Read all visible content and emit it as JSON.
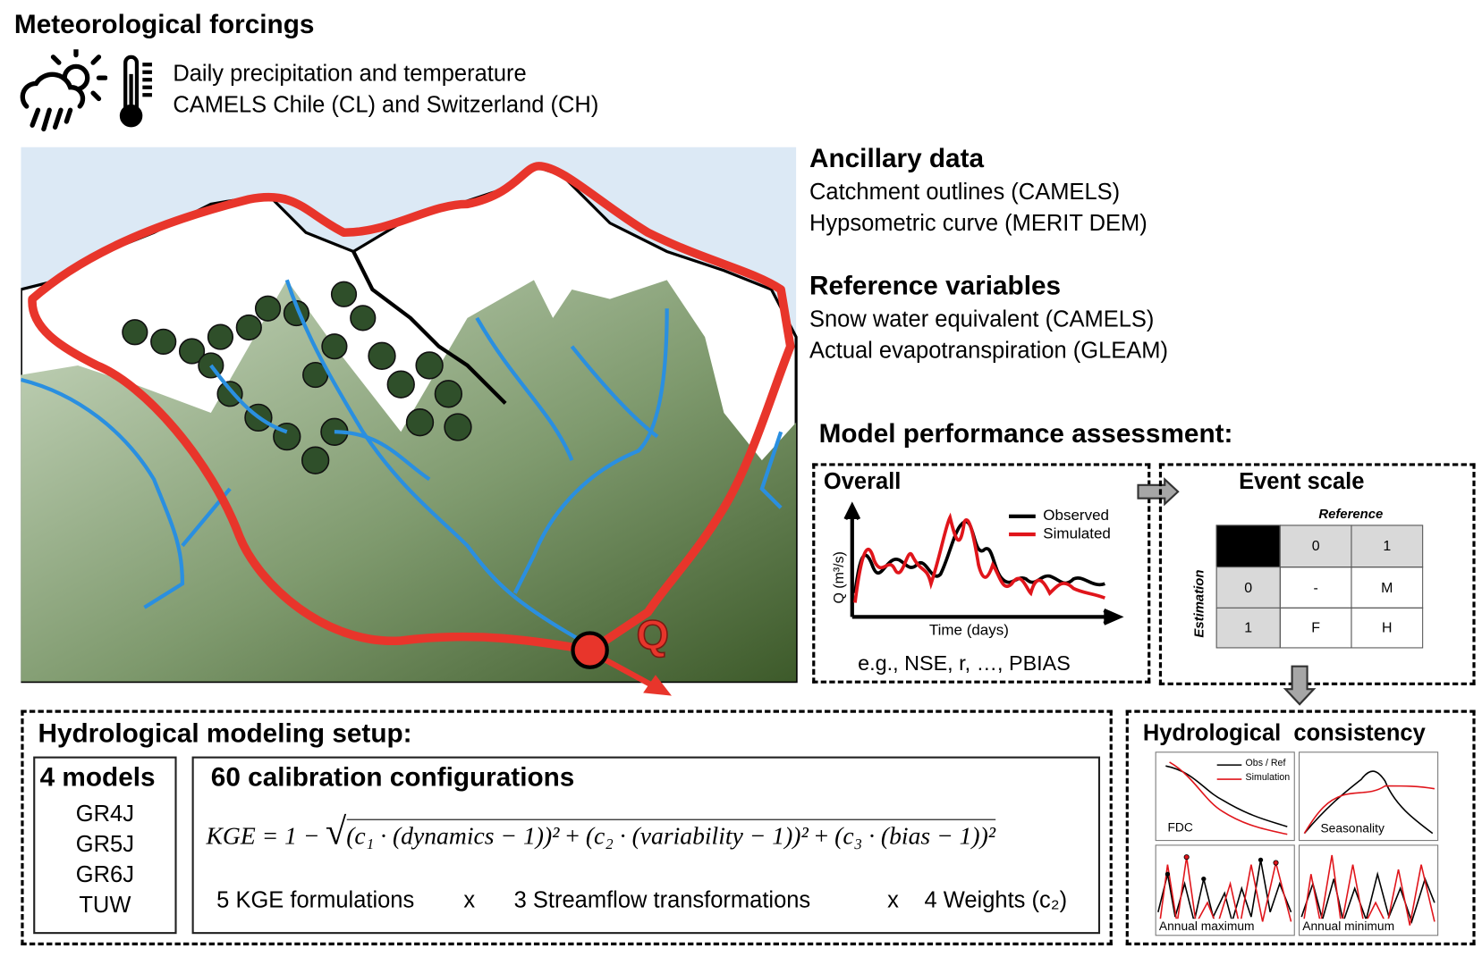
{
  "forcings": {
    "title": "Meteorological forcings",
    "line1": "Daily precipitation and temperature",
    "line2": "CAMELS Chile (CL) and Switzerland (CH)"
  },
  "catchment": {
    "outlet_label": "Q"
  },
  "ancillary": {
    "title": "Ancillary data",
    "items": [
      "Catchment outlines (CAMELS)",
      "Hypsometric curve (MERIT DEM)"
    ]
  },
  "reference": {
    "title": "Reference variables",
    "items": [
      "Snow water equivalent (CAMELS)",
      "Actual evapotranspiration (GLEAM)"
    ]
  },
  "assessment": {
    "title": "Model performance assessment:",
    "overall": {
      "title": "Overall",
      "ylabel": "Q (m³/s)",
      "xlabel": "Time (days)",
      "legend": [
        "Observed",
        "Simulated"
      ],
      "metrics": "e.g., NSE, r, …, PBIAS"
    },
    "event": {
      "title": "Event scale",
      "col_header": "Reference",
      "row_header": "Estimation",
      "cols": [
        "0",
        "1"
      ],
      "rows": [
        {
          "label": "0",
          "cells": [
            "-",
            "M"
          ]
        },
        {
          "label": "1",
          "cells": [
            "F",
            "H"
          ]
        }
      ]
    }
  },
  "setup": {
    "title": "Hydrological modeling setup:",
    "models_title": "4 models",
    "models": [
      "GR4J",
      "GR5J",
      "GR6J",
      "TUW"
    ],
    "calib_title": "60 calibration configurations",
    "formula": {
      "lhs": "KGE = 1 −",
      "t1": "(c₁ · (dynamics − 1))²",
      "t2": "(c₂ · (variability − 1))²",
      "t3": "(c₃ · (bias − 1))²",
      "plus": "+"
    },
    "factors": [
      "5 KGE formulations",
      "x",
      "3 Streamflow transformations",
      "x",
      "4 Weights (c₂)"
    ]
  },
  "consistency": {
    "title": "Hydrological  consistency",
    "legend": [
      "Obs / Ref",
      "Simulation"
    ],
    "panels": [
      "FDC",
      "Seasonality",
      "Annual maximum",
      "Annual minimum"
    ]
  },
  "colors": {
    "red": "#e8352b",
    "river": "#2a8fe0",
    "sky": "#dce9f5",
    "green": "#5a7a48"
  }
}
